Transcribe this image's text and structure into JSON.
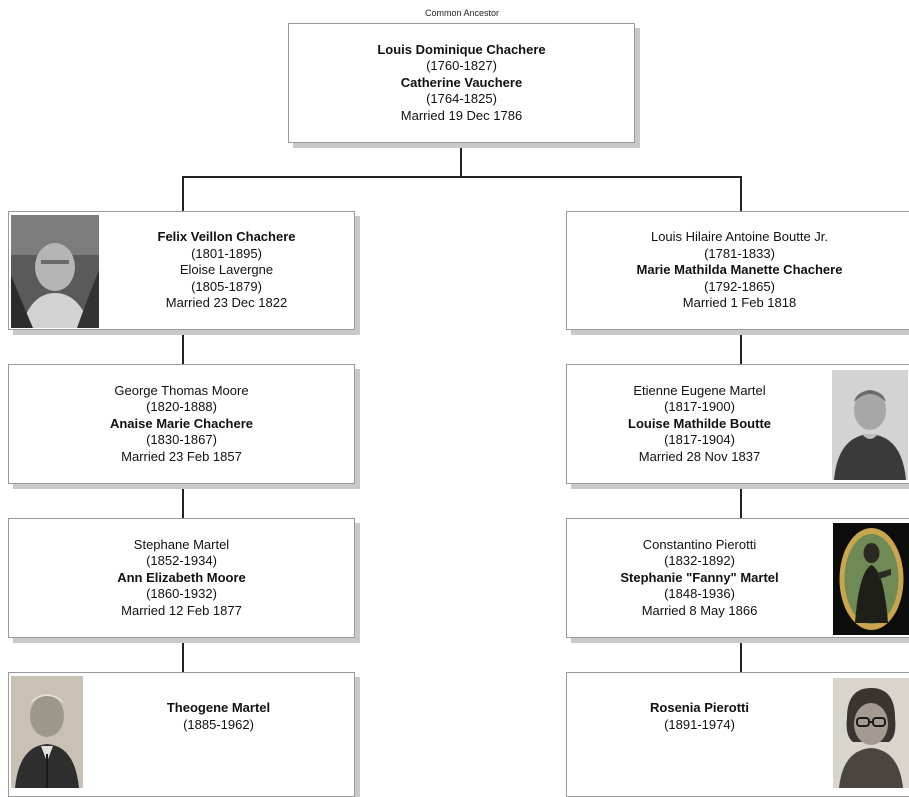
{
  "caption": "Common Ancestor",
  "root": {
    "name1": "Louis Dominique Chachere",
    "dates1": "(1760-1827)",
    "name2": "Catherine Vauchere",
    "dates2": "(1764-1825)",
    "married": "Married 19 Dec 1786"
  },
  "left": [
    {
      "name1": "Felix Veillon Chachere",
      "dates1": "(1801-1895)",
      "name2": "Eloise Lavergne",
      "dates2": "(1805-1879)",
      "married": "Married 23 Dec 1822"
    },
    {
      "name1": "George Thomas Moore",
      "dates1": "(1820-1888)",
      "name2": "Anaise Marie Chachere",
      "dates2": "(1830-1867)",
      "married": "Married 23 Feb 1857"
    },
    {
      "name1": "Stephane Martel",
      "dates1": "(1852-1934)",
      "name2": "Ann Elizabeth Moore",
      "dates2": "(1860-1932)",
      "married": "Married 12 Feb 1877"
    },
    {
      "name1": "Theogene Martel",
      "dates1": "(1885-1962)"
    }
  ],
  "right": [
    {
      "name1": "Louis Hilaire Antoine Boutte Jr.",
      "dates1": "(1781-1833)",
      "name2": "Marie Mathilda Manette Chachere",
      "dates2": "(1792-1865)",
      "married": "Married 1 Feb 1818"
    },
    {
      "name1": "Etienne Eugene Martel",
      "dates1": "(1817-1900)",
      "name2": "Louise Mathilde Boutte",
      "dates2": "(1817-1904)",
      "married": "Married 28 Nov 1837"
    },
    {
      "name1": "Constantino Pierotti",
      "dates1": "(1832-1892)",
      "name2": "Stephanie \"Fanny\" Martel",
      "dates2": "(1848-1936)",
      "married": "Married 8 May 1866"
    },
    {
      "name1": "Rosenia Pierotti",
      "dates1": "(1891-1974)"
    }
  ]
}
